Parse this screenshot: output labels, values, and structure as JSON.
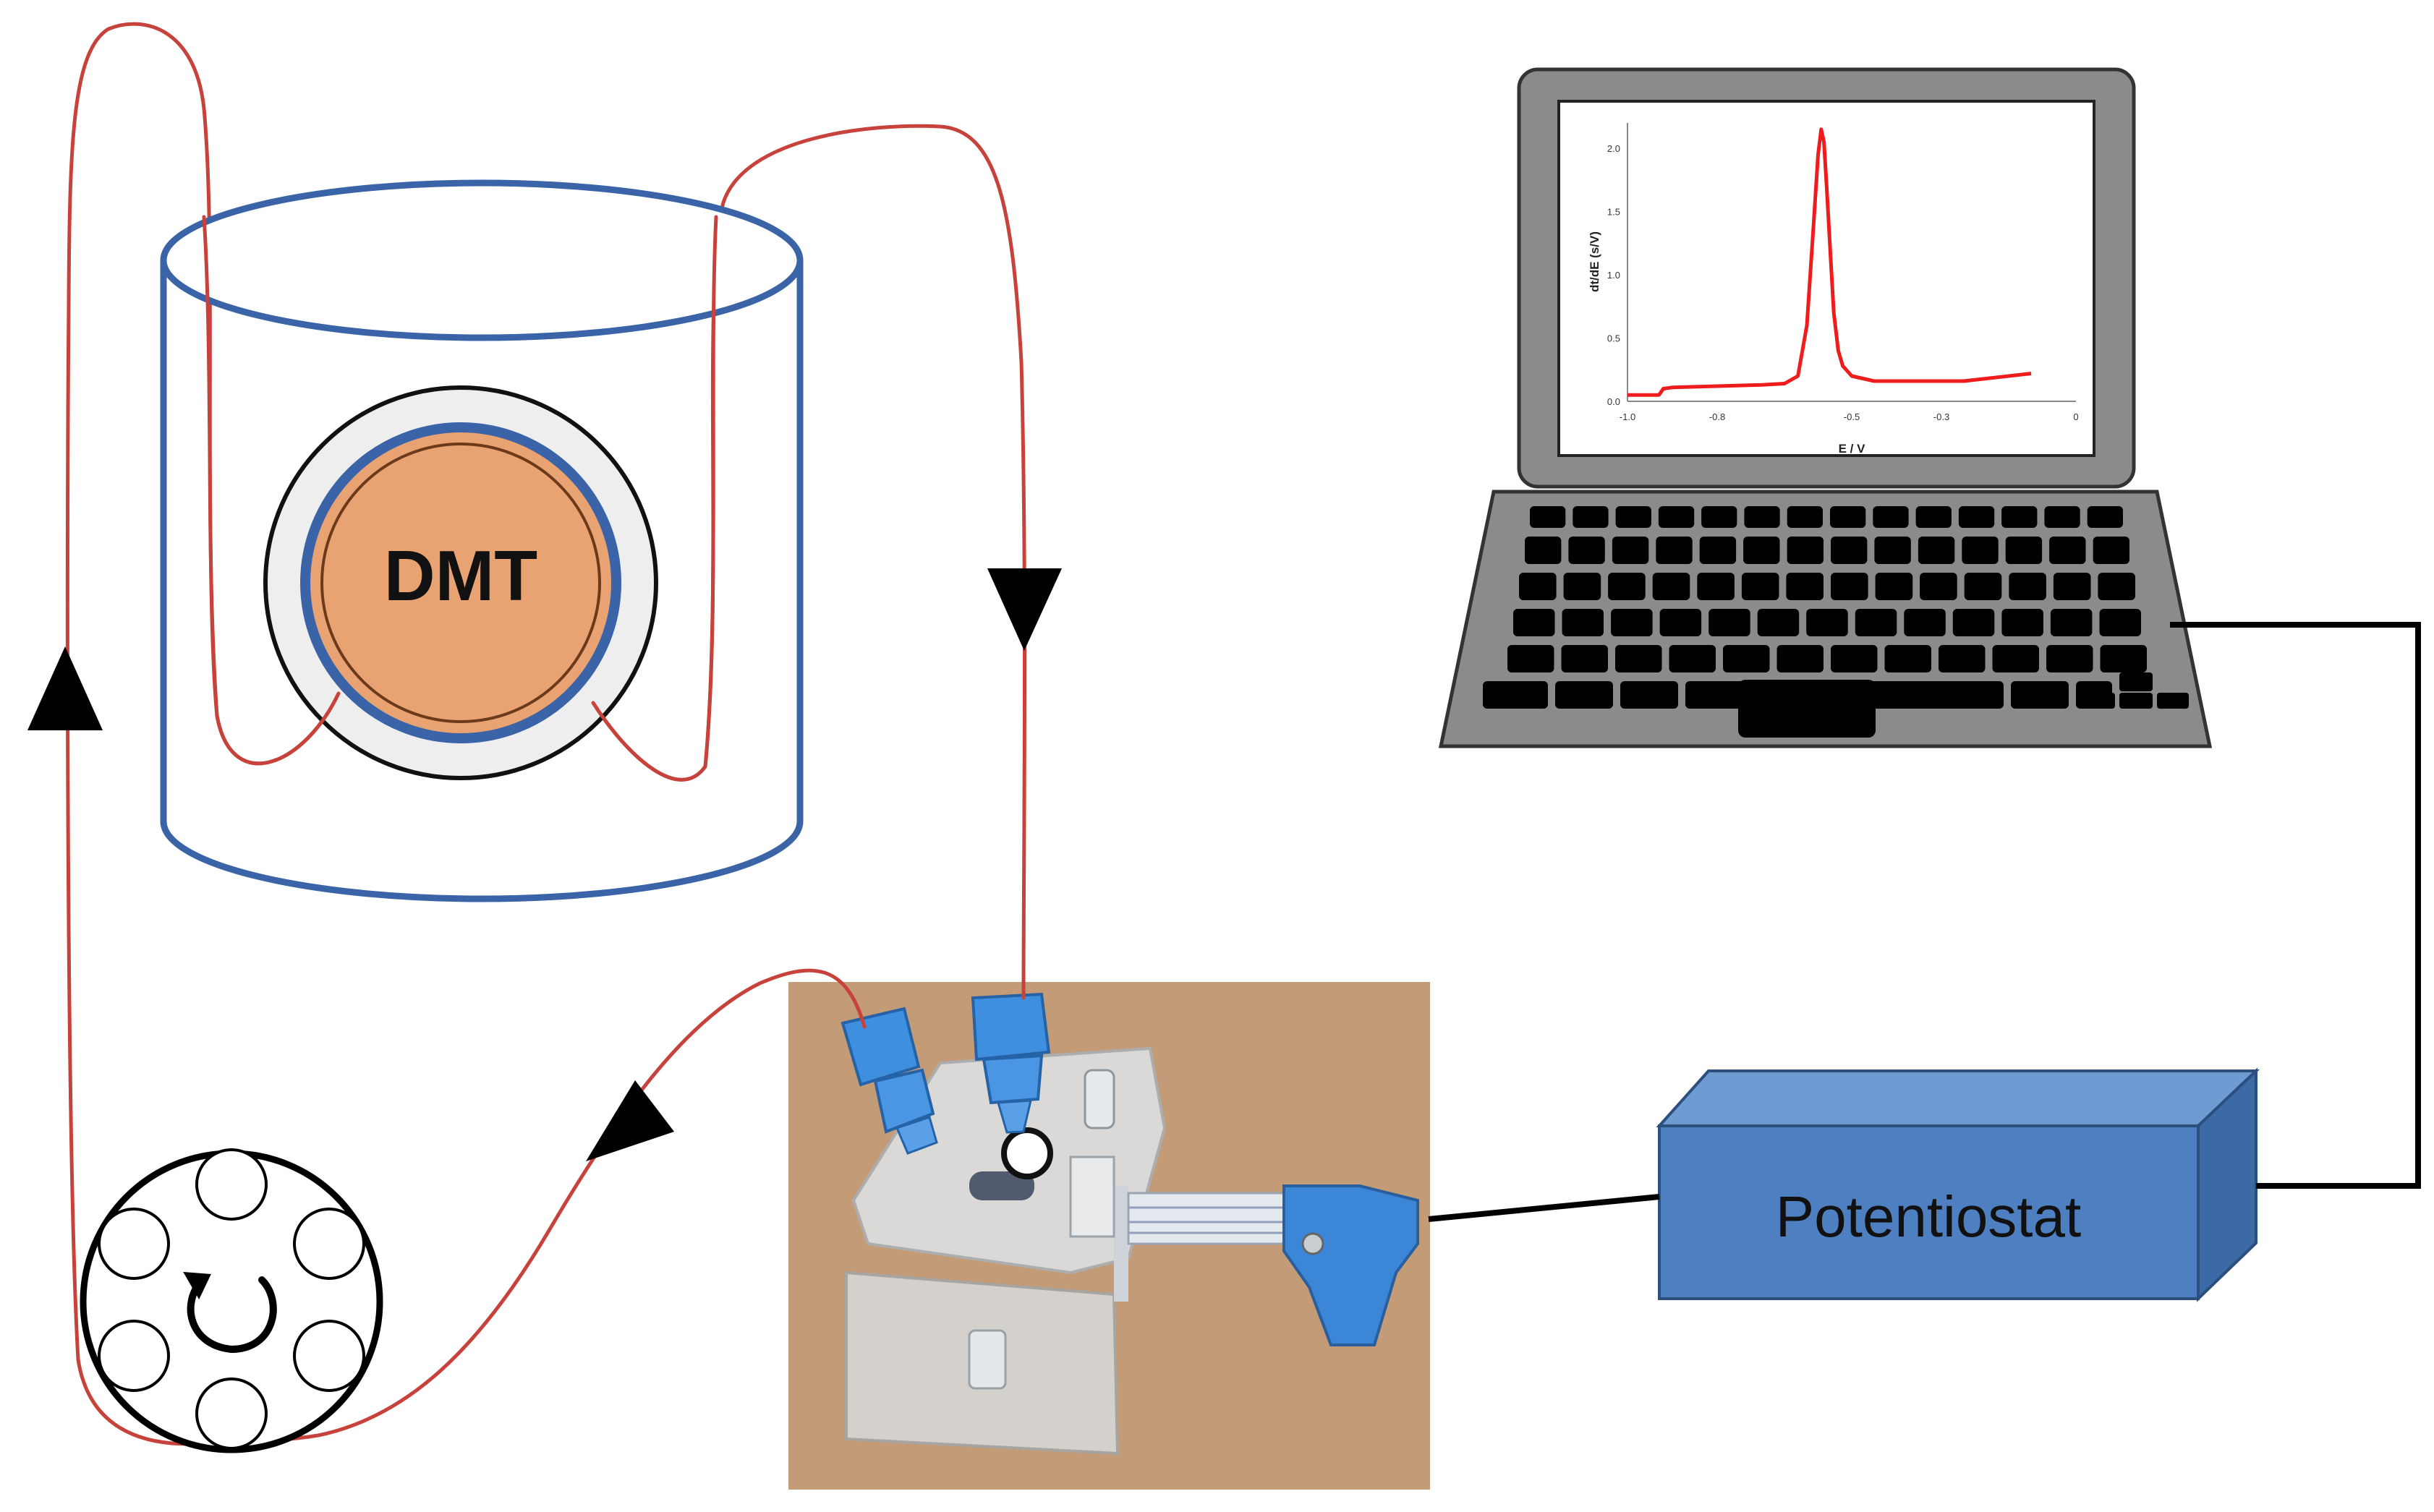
{
  "labels": {
    "sample": "DMT",
    "instrument": "Potentiostat"
  },
  "screen_plot": {
    "type": "line",
    "xlabel": "E / V",
    "ylabel": "dt/dE (s/V)",
    "xlim": [
      -1.0,
      0
    ],
    "ylim": [
      0,
      2.2
    ],
    "x_ticks": [
      "-1.0",
      "-0.8",
      "-0.5",
      "-0.3",
      "0"
    ],
    "y_ticks": [
      "0.0",
      "0.5",
      "1.0",
      "1.5",
      "2.0"
    ]
  },
  "chart_data": {
    "type": "line",
    "xlabel": "E / V",
    "ylabel": "dt/dE (s/V)",
    "xlim": [
      -1.0,
      0
    ],
    "ylim": [
      0,
      2.2
    ],
    "series": [
      {
        "color": "#ee1c1c",
        "x": [
          -1.0,
          -0.93,
          -0.92,
          -0.9,
          -0.8,
          -0.7,
          -0.65,
          -0.62,
          -0.6,
          -0.585,
          -0.575,
          -0.568,
          -0.562,
          -0.556,
          -0.548,
          -0.54,
          -0.53,
          -0.52,
          -0.5,
          -0.45,
          -0.35,
          -0.25,
          -0.1
        ],
        "y": [
          0.05,
          0.05,
          0.1,
          0.11,
          0.12,
          0.13,
          0.14,
          0.2,
          0.6,
          1.4,
          1.95,
          2.15,
          2.05,
          1.7,
          1.2,
          0.7,
          0.4,
          0.28,
          0.2,
          0.16,
          0.16,
          0.16,
          0.22
        ]
      }
    ]
  },
  "colors": {
    "tubing": "#c8423c",
    "vessel": "#3a63a8",
    "sample_fill": "#e9a272",
    "instrument_front": "#4e7fc0",
    "laptop_body": "#8b8b8b",
    "plot_line": "#ee1c1c"
  },
  "icons": {
    "pump": "peristaltic-pump-icon",
    "rotation": "rotate-arrow-icon",
    "flow_cell": "flow-cell-photo"
  }
}
